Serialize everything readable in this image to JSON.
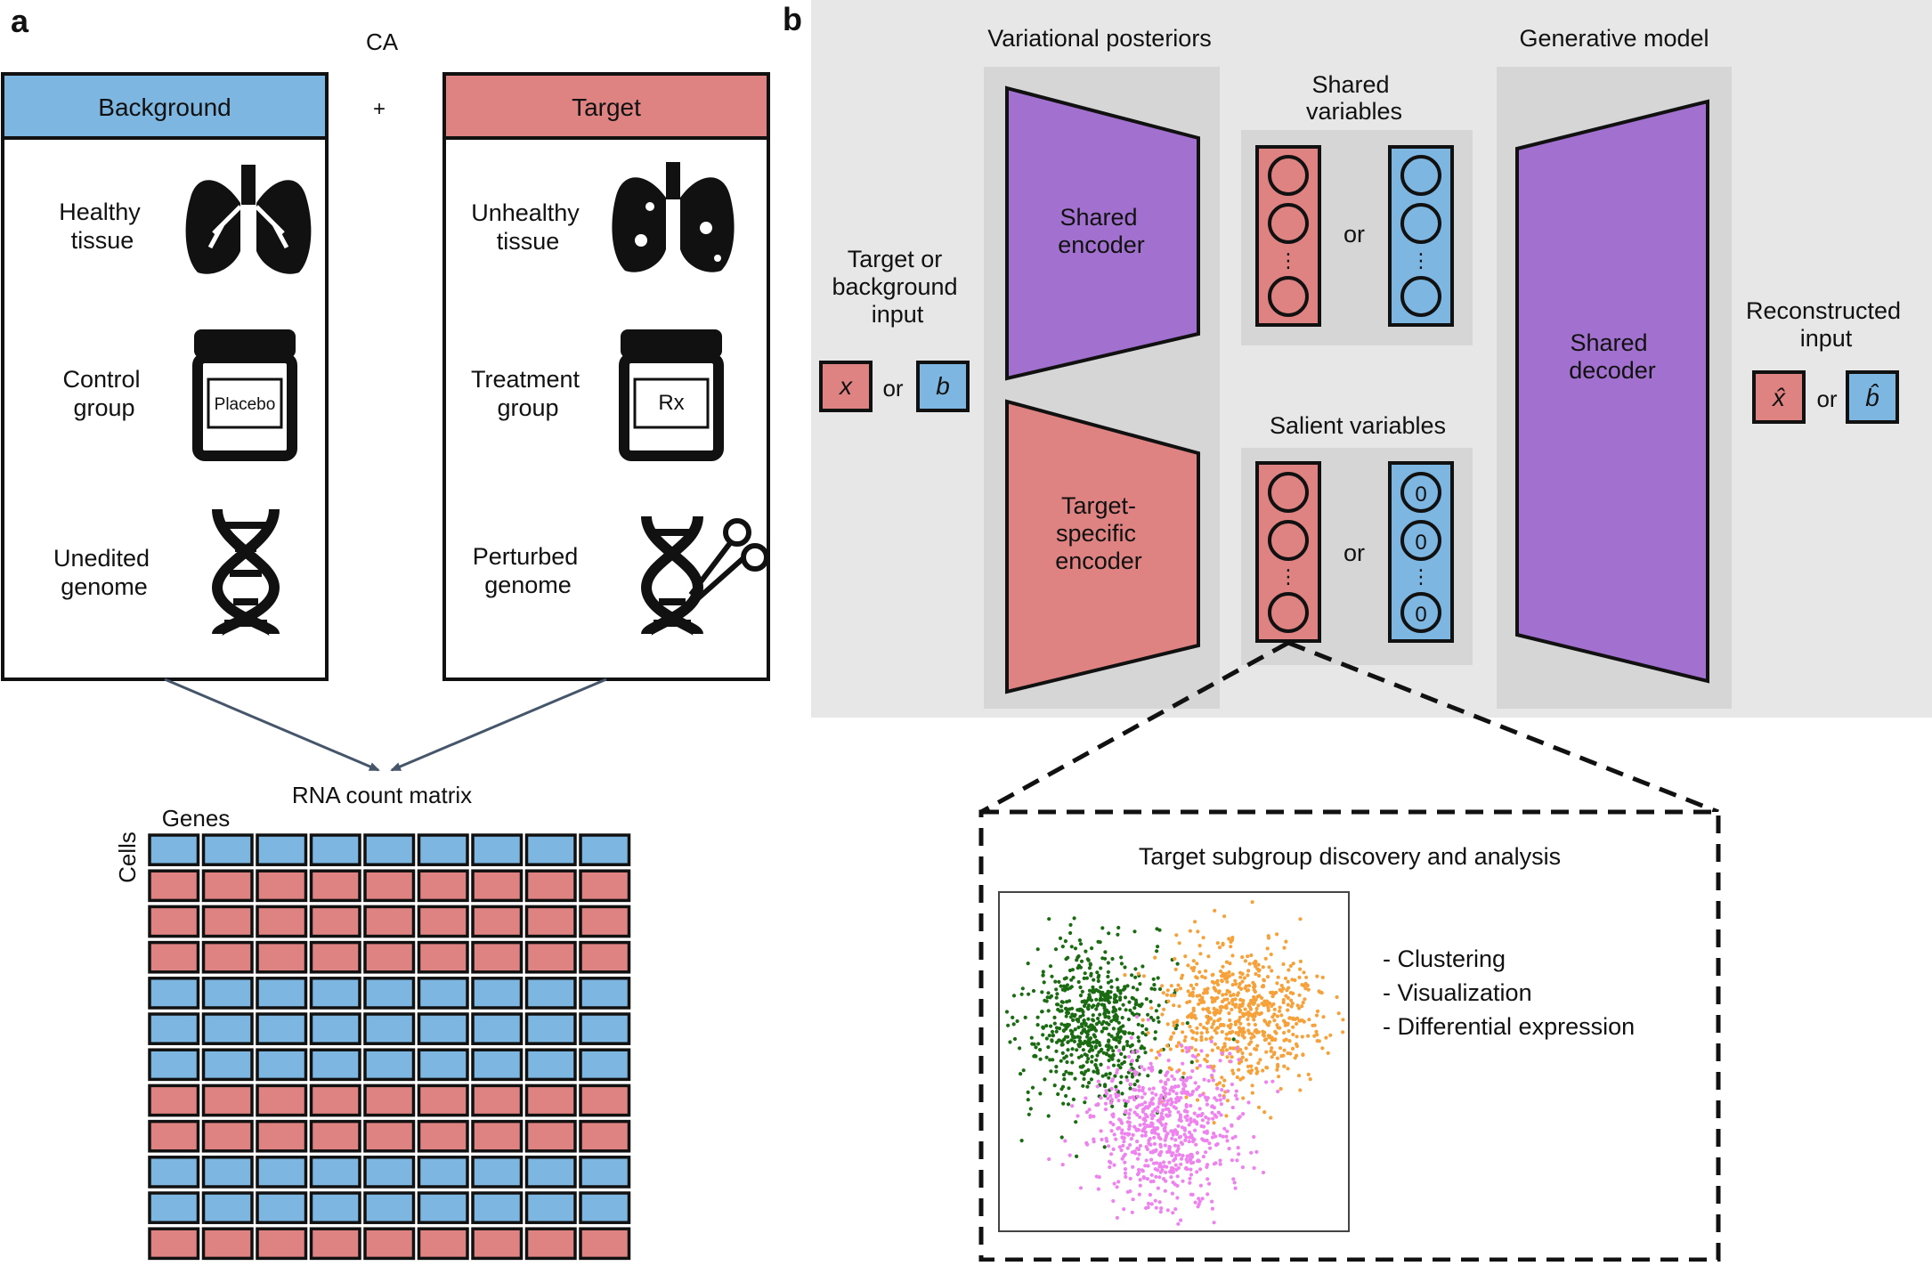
{
  "panel_a": {
    "letter": "a",
    "title": "CA",
    "plus": "+",
    "background_header": "Background",
    "target_header": "Target",
    "background_items": [
      {
        "line1": "Healthy",
        "line2": "tissue"
      },
      {
        "line1": "Control",
        "line2": "group",
        "label": "Placebo"
      },
      {
        "line1": "Unedited",
        "line2": "genome"
      }
    ],
    "target_items": [
      {
        "line1": "Unhealthy",
        "line2": "tissue"
      },
      {
        "line1": "Treatment",
        "line2": "group",
        "label": "Rx"
      },
      {
        "line1": "Perturbed",
        "line2": "genome"
      }
    ],
    "matrix_title": "RNA count matrix",
    "matrix_genes": "Genes",
    "matrix_cells": "Cells",
    "matrix_rows": [
      "b",
      "t",
      "t",
      "t",
      "b",
      "b",
      "b",
      "t",
      "t",
      "b",
      "b",
      "t"
    ]
  },
  "panel_b": {
    "letter": "b",
    "variational_title": "Variational posteriors",
    "generative_title": "Generative model",
    "shared_vars_line1": "Shared",
    "shared_vars_line2": "variables",
    "salient_vars": "Salient variables",
    "shared_encoder_line1": "Shared",
    "shared_encoder_line2": "encoder",
    "target_encoder_line1": "Target-",
    "target_encoder_line2": "specific",
    "target_encoder_line3": "encoder",
    "shared_decoder_line1": "Shared",
    "shared_decoder_line2": "decoder",
    "input_line1": "Target or",
    "input_line2": "background",
    "input_line3": "input",
    "input_x": "x",
    "input_b": "b",
    "recon_line1": "Reconstructed",
    "recon_line2": "input",
    "recon_x": "x̂",
    "recon_b": "b̂",
    "or": "or",
    "zero": "0",
    "dots": "⋮",
    "discovery_title": "Target subgroup discovery and analysis",
    "analyses": [
      "- Clustering",
      "- Visualization",
      "- Differential expression"
    ]
  },
  "colors": {
    "blue": "#7db6e0",
    "red": "#df8382",
    "purple": "#a271cf",
    "gray": "#e5e5e5",
    "darkgray": "#d6d6d6",
    "green": "#1a6b12",
    "orange": "#f6a13a",
    "pink": "#ee82ee"
  }
}
